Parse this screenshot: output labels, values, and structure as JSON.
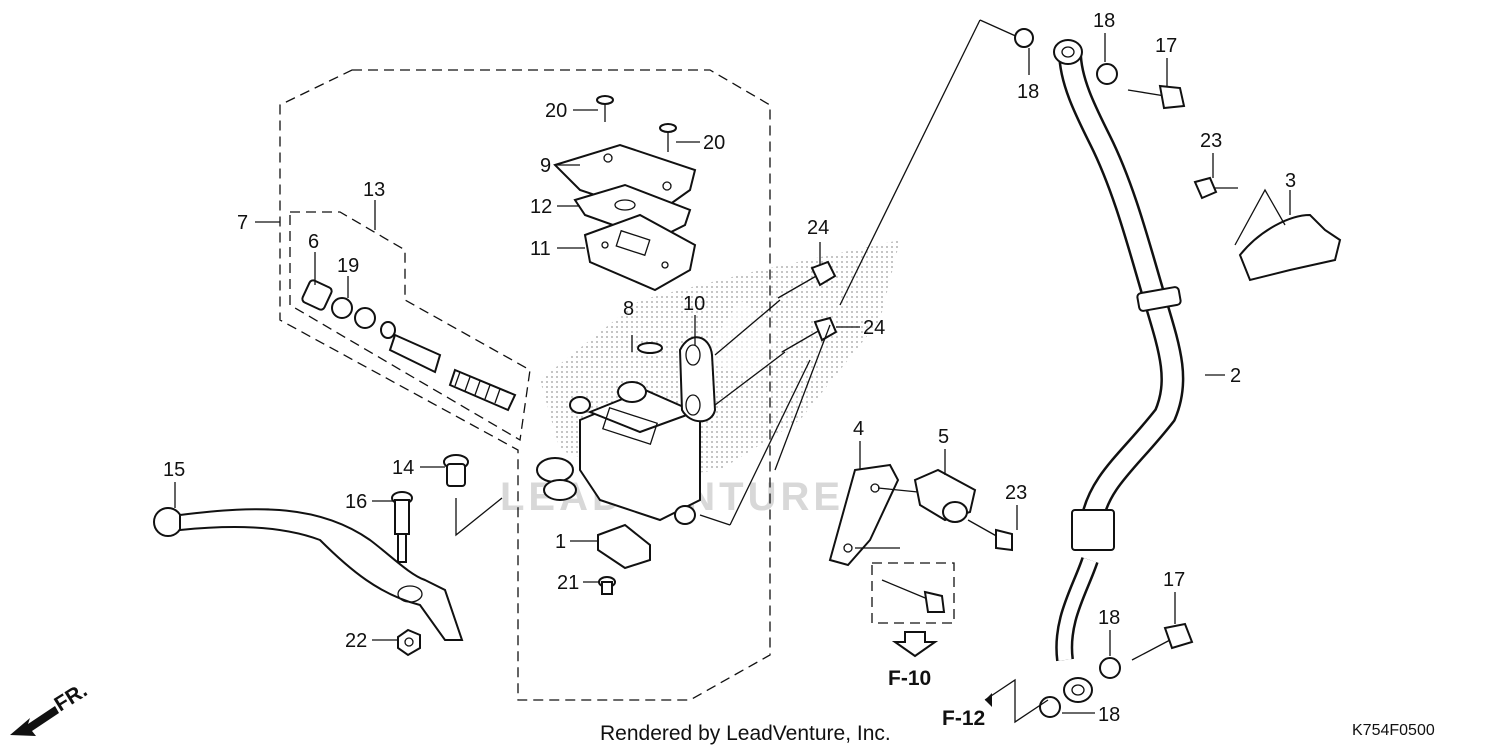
{
  "callouts": {
    "c1": "1",
    "c2": "2",
    "c3": "3",
    "c4": "4",
    "c5": "5",
    "c6": "6",
    "c7": "7",
    "c8": "8",
    "c9": "9",
    "c10": "10",
    "c11": "11",
    "c12": "12",
    "c13": "13",
    "c14": "14",
    "c15": "15",
    "c16": "16",
    "c17a": "17",
    "c17b": "17",
    "c18a": "18",
    "c18b": "18",
    "c18c": "18",
    "c18d": "18",
    "c19": "19",
    "c20a": "20",
    "c20b": "20",
    "c21": "21",
    "c22": "22",
    "c23a": "23",
    "c23b": "23",
    "c24a": "24",
    "c24b": "24"
  },
  "references": {
    "f10": "F-10",
    "f12": "F-12",
    "front": "FR."
  },
  "watermark": {
    "text": "LEADVENTURE"
  },
  "footer": {
    "rendered_by": "Rendered by LeadVenture, Inc.",
    "diagram_code": "K754F0500"
  }
}
